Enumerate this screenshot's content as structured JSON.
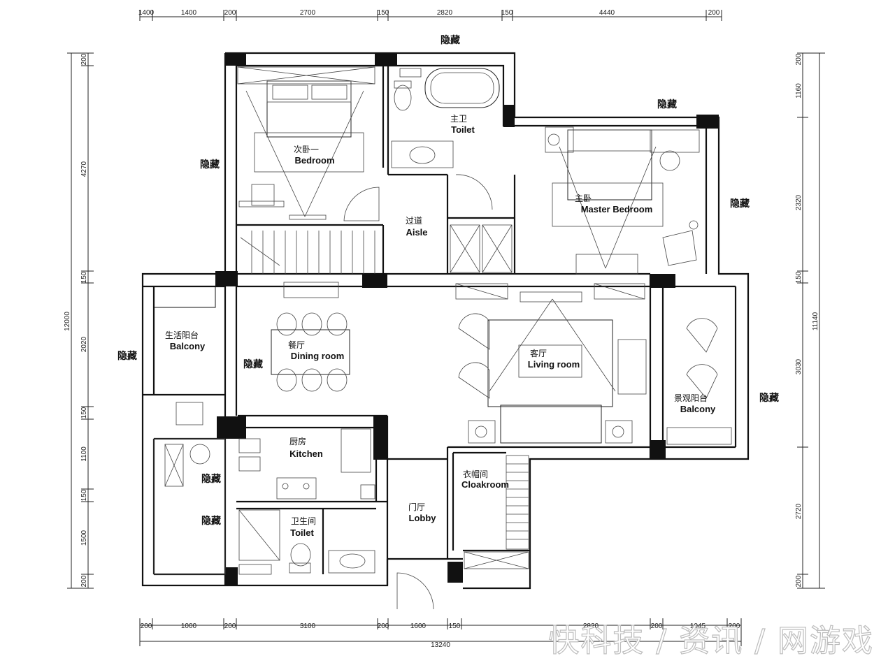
{
  "dimensions": {
    "top": [
      "1400",
      "200",
      "2700",
      "150",
      "2820",
      "150",
      "4440",
      "200"
    ],
    "bottom": [
      "1000",
      "200",
      "3100",
      "200",
      "1600",
      "150",
      "2820",
      "200",
      "1045",
      "200"
    ],
    "bottom_total": "13240",
    "left": [
      "4270",
      "150",
      "2020",
      "150",
      "1100",
      "150",
      "1500",
      "200"
    ],
    "left_total": "12000",
    "right": [
      "1160",
      "2320",
      "150",
      "3030",
      "2720",
      "200"
    ],
    "right_total": "11140"
  },
  "rooms": {
    "bedroom": {
      "zh": "次卧一",
      "en": "Bedroom"
    },
    "master_toilet": {
      "zh": "主卫",
      "en": "Toilet"
    },
    "master_bedroom": {
      "zh": "主卧",
      "en": "Master Bedroom"
    },
    "aisle": {
      "zh": "过道",
      "en": "Aisle"
    },
    "balcony_west": {
      "zh": "生活阳台",
      "en": "Balcony"
    },
    "dining": {
      "zh": "餐厅",
      "en": "Dining room"
    },
    "living": {
      "zh": "客厅",
      "en": "Living room"
    },
    "balcony_east": {
      "zh": "景观阳台",
      "en": "Balcony"
    },
    "kitchen": {
      "zh": "厨房",
      "en": "Kitchen"
    },
    "cloakroom": {
      "zh": "衣帽间",
      "en": "Cloakroom"
    },
    "lobby": {
      "zh": "门厅",
      "en": "Lobby"
    },
    "guest_toilet": {
      "zh": "卫生间",
      "en": "Toilet"
    }
  },
  "tags": {
    "top": "隐藏",
    "top_right": "隐藏",
    "bedroom_left": "隐藏",
    "master_right": "隐藏",
    "west_balcony": "隐藏",
    "dining": "隐藏",
    "east_balcony": "隐藏",
    "storage_1": "隐藏",
    "storage_2": "隐藏"
  },
  "watermark": "快科技 / 资讯 / 网游戏"
}
